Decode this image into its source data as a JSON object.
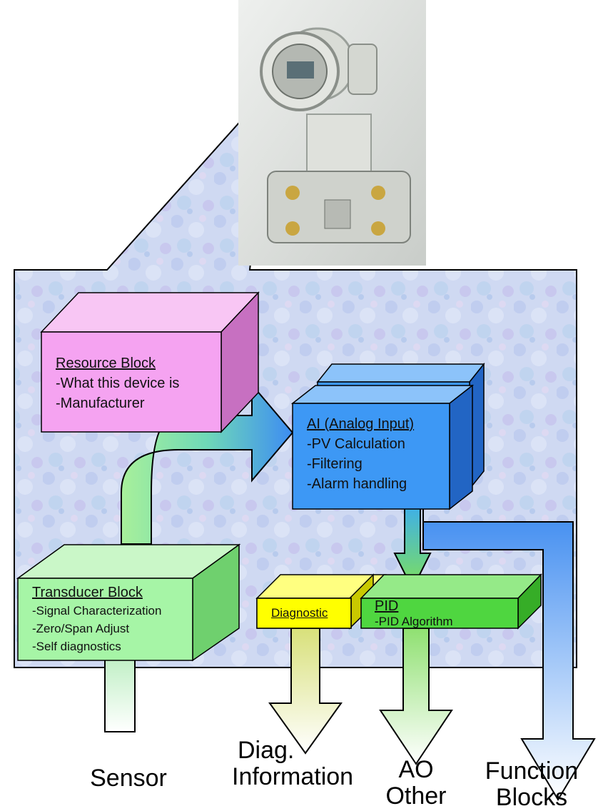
{
  "blocks": {
    "resource": {
      "title": "Resource Block",
      "lines": [
        "-What this device is",
        "-Manufacturer"
      ]
    },
    "ai": {
      "title": "AI (Analog Input)",
      "lines": [
        "-PV Calculation",
        "-Filtering",
        "-Alarm handling"
      ]
    },
    "transducer": {
      "title": "Transducer Block",
      "lines": [
        "-Signal Characterization",
        "-Zero/Span Adjust",
        "-Self diagnostics"
      ]
    },
    "diagnostic": {
      "title": "Diagnostic"
    },
    "pid": {
      "title": "PID",
      "lines": [
        "-PID Algorithm"
      ]
    }
  },
  "outputs": {
    "sensor": "Sensor",
    "diag_line1": "Diag.",
    "diag_line2": "Information",
    "ao_line1": "AO",
    "ao_line2": "Other",
    "fb_line1": "Function",
    "fb_line2": "Blocks"
  },
  "colors": {
    "resource": "#f5a3f1",
    "ai": "#3d98f5",
    "transducer": "#a6f5a6",
    "diagnostic": "#ffff00",
    "pid": "#4fd640",
    "background_panel": "#c9d6f0"
  },
  "photo": {
    "icon": "pressure-transmitter-photo"
  }
}
